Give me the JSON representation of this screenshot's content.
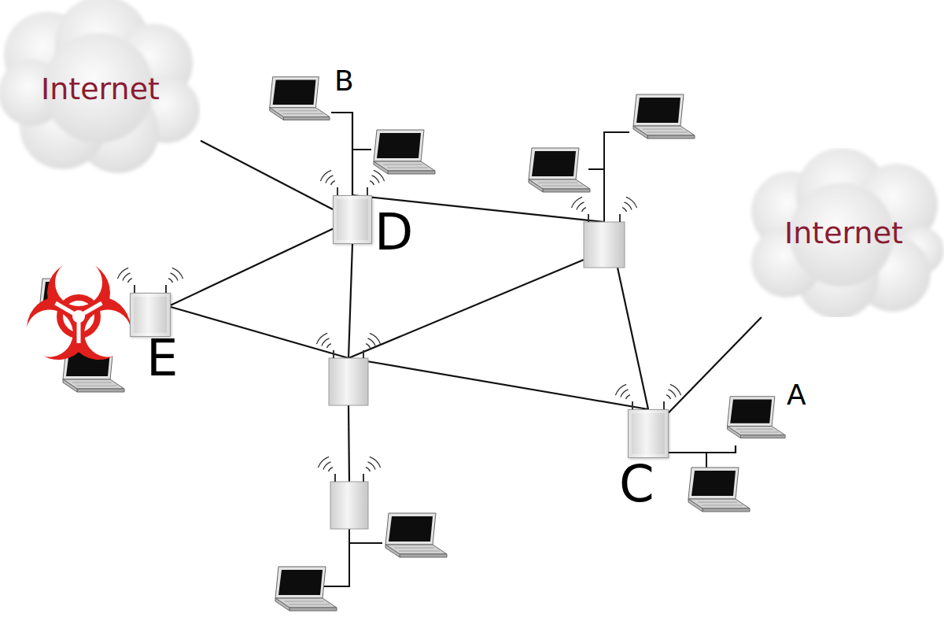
{
  "diagram": {
    "nodes": [
      {
        "text": [
          "Internet"
        ]
      },
      {
        "text": [
          "B"
        ]
      },
      {
        "text": [
          "D"
        ]
      },
      {
        "text": [
          "Internet"
        ]
      },
      {
        "text": [
          "E"
        ]
      },
      {
        "text": [
          "A"
        ]
      },
      {
        "text": [
          "C"
        ]
      }
    ],
    "edges": [
      {
        "from": 0,
        "to": 2,
        "arrow": "none"
      },
      {
        "from": 2,
        "to": 1,
        "arrow": "none"
      },
      {
        "from": 2,
        "to": 4,
        "arrow": "none"
      },
      {
        "from": 6,
        "to": 3,
        "arrow": "none"
      },
      {
        "from": 6,
        "to": 5,
        "arrow": "none"
      }
    ]
  }
}
